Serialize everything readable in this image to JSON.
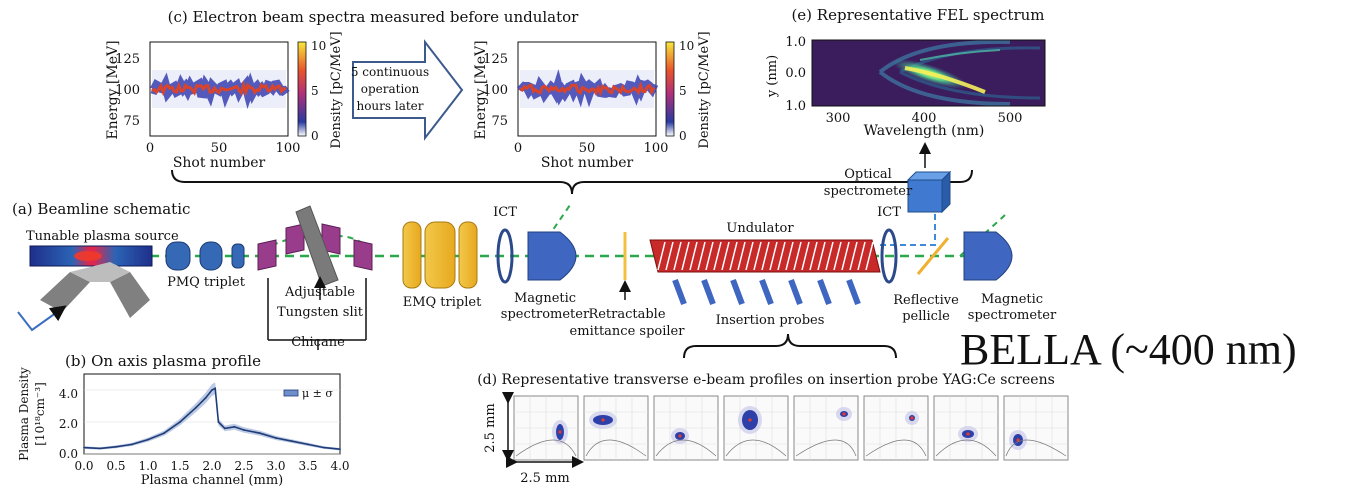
{
  "panel_c": {
    "title": "(c) Electron beam spectra measured before undulator",
    "ylabel": "Energy [MeV]",
    "xlabel": "Shot number",
    "yticks": [
      "125",
      "100",
      "75"
    ],
    "xticks": [
      "0",
      "50",
      "100"
    ],
    "cbar_label": "Density [pC/MeV]",
    "cbar_ticks": [
      "10",
      "5",
      "0"
    ],
    "arrow_text": [
      "5 continuous",
      "operation",
      "hours later"
    ]
  },
  "panel_e": {
    "title": "(e) Representative FEL spectrum",
    "ylabel": "y (nm)",
    "xlabel": "Wavelength (nm)",
    "yticks": [
      "1.0",
      "0.0",
      "1.0"
    ],
    "xticks": [
      "300",
      "400",
      "500"
    ]
  },
  "panel_a": {
    "title": "(a) Beamline schematic",
    "labels": {
      "plasma_source": "Tunable plasma source",
      "pmq": "PMQ triplet",
      "slit": [
        "Adjustable",
        "Tungsten slit"
      ],
      "chicane": "Chicane",
      "emq": "EMQ triplet",
      "ict1": "ICT",
      "ict2": "ICT",
      "mag_spec1": [
        "Magnetic",
        "spectrometer"
      ],
      "spoiler": [
        "Retractable",
        "emittance spoiler"
      ],
      "undulator": "Undulator",
      "insertion_probes": "Insertion probes",
      "optical_spec": [
        "Optical",
        "spectrometer"
      ],
      "pellicle": [
        "Reflective",
        "pellicle"
      ],
      "mag_spec2": [
        "Magnetic",
        "spectrometer"
      ]
    }
  },
  "facility_label": "BELLA (~400 nm)",
  "panel_b": {
    "title": "(b) On axis plasma profile",
    "ylabel": [
      "Plasma Density",
      "[10¹⁸cm⁻³]"
    ],
    "xlabel": "Plasma channel (mm)",
    "legend": "μ ± σ",
    "yticks": [
      "4.0",
      "2.0",
      "0.0"
    ],
    "xticks": [
      "0.0",
      "0.5",
      "1.0",
      "1.5",
      "2.0",
      "2.5",
      "3.0",
      "3.5",
      "4.0"
    ]
  },
  "chart_data": {
    "type": "line",
    "title": "(b) On axis plasma profile",
    "xlabel": "Plasma channel (mm)",
    "ylabel": "Plasma Density [10¹⁸cm⁻³]",
    "xlim": [
      0,
      4
    ],
    "ylim": [
      0,
      5
    ],
    "x": [
      0,
      0.25,
      0.5,
      0.75,
      1.0,
      1.25,
      1.5,
      1.75,
      1.9,
      2.0,
      2.05,
      2.1,
      2.2,
      2.35,
      2.5,
      2.75,
      3.0,
      3.25,
      3.5,
      3.75,
      4.0
    ],
    "series": [
      {
        "name": "μ ± σ",
        "values": [
          0.4,
          0.35,
          0.45,
          0.6,
          0.9,
          1.3,
          2.0,
          2.9,
          3.5,
          4.0,
          4.1,
          2.0,
          1.6,
          1.7,
          1.5,
          1.3,
          1.0,
          0.8,
          0.6,
          0.4,
          0.3
        ]
      }
    ]
  },
  "panel_d": {
    "title": "(d) Representative transverse e-beam profiles on insertion probe YAG:Ce screens",
    "vertical_scale": "2.5 mm",
    "horizontal_scale": "2.5 mm"
  }
}
